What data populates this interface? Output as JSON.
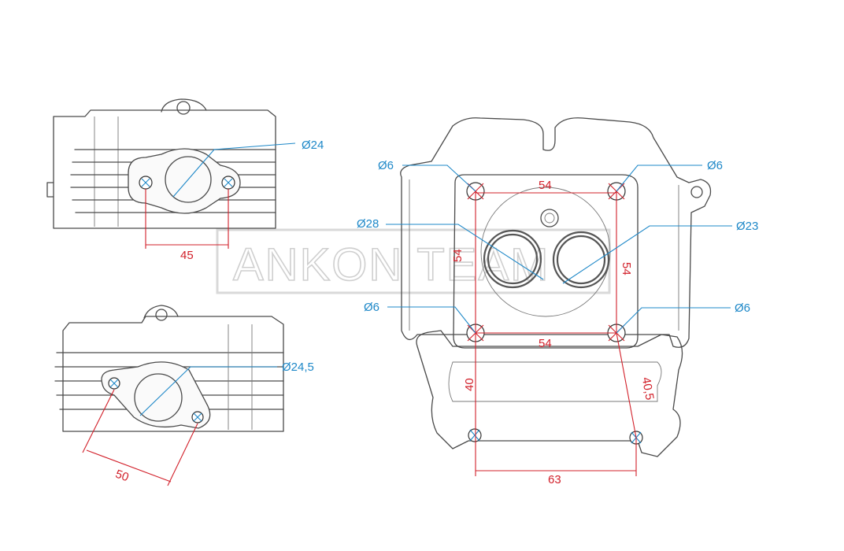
{
  "watermark": "ANKON TEAM",
  "colors": {
    "dimension": "#d2202a",
    "diameter": "#1e88c8",
    "outline": "#4a4a4a"
  },
  "views": {
    "top_left": {
      "port_diameter": "Ø24",
      "bolt_spacing": "45"
    },
    "bottom_left": {
      "port_diameter": "Ø24,5",
      "bolt_spacing": "50"
    },
    "right": {
      "hole_top_left": "Ø6",
      "hole_top_right": "Ø6",
      "hole_mid_left": "Ø6",
      "hole_mid_right": "Ø6",
      "intake_valve": "Ø28",
      "exhaust_valve": "Ø23",
      "top_width": "54",
      "mid_width": "54",
      "left_height": "54",
      "right_height": "54",
      "lower_left_height": "40",
      "lower_right_height": "40,5",
      "bottom_width": "63"
    }
  }
}
